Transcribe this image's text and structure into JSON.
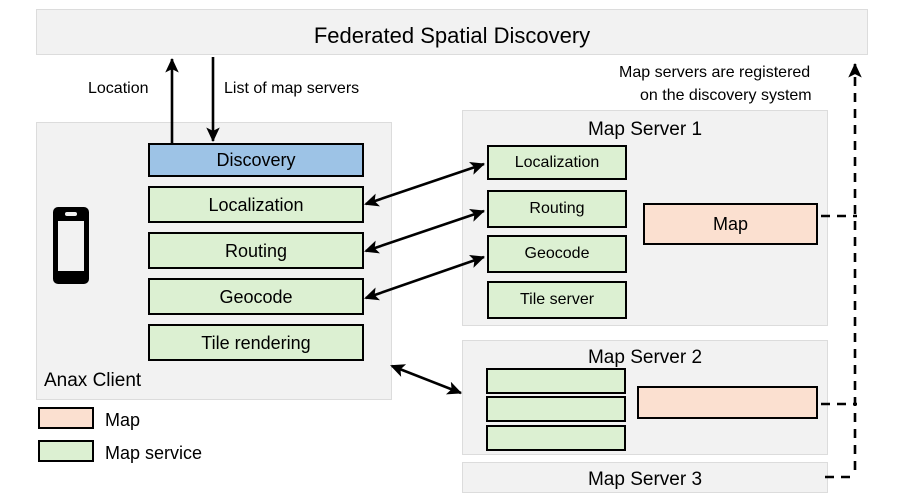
{
  "diagram": {
    "title": "Federated Spatial Discovery",
    "colors": {
      "map": "#fbe0d0",
      "map_service": "#dcf0d2",
      "discovery": "#9dc3e6",
      "panel": "#f2f2f2",
      "stroke": "#000000"
    }
  },
  "banner": {
    "label": "Federated Spatial Discovery"
  },
  "edges": {
    "location": "Location",
    "list_of_map_servers": "List of map servers",
    "registration_line1": "Map servers are registered",
    "registration_line2": "on the discovery system"
  },
  "client": {
    "label": "Anax Client",
    "device_icon": "smartphone-icon",
    "components": [
      {
        "label": "Discovery",
        "kind": "discovery"
      },
      {
        "label": "Localization",
        "kind": "service"
      },
      {
        "label": "Routing",
        "kind": "service"
      },
      {
        "label": "Geocode",
        "kind": "service"
      },
      {
        "label": "Tile rendering",
        "kind": "service"
      }
    ]
  },
  "servers": [
    {
      "title": "Map Server 1",
      "services": [
        "Localization",
        "Routing",
        "Geocode",
        "Tile server"
      ],
      "map_label": "Map"
    },
    {
      "title": "Map Server 2",
      "services": [
        "",
        "",
        ""
      ],
      "map_label": ""
    },
    {
      "title": "Map Server 3",
      "services": [],
      "map_label": ""
    }
  ],
  "legend": {
    "items": [
      {
        "label": "Map",
        "color": "#fbe0d0"
      },
      {
        "label": "Map service",
        "color": "#dcf0d2"
      }
    ]
  }
}
